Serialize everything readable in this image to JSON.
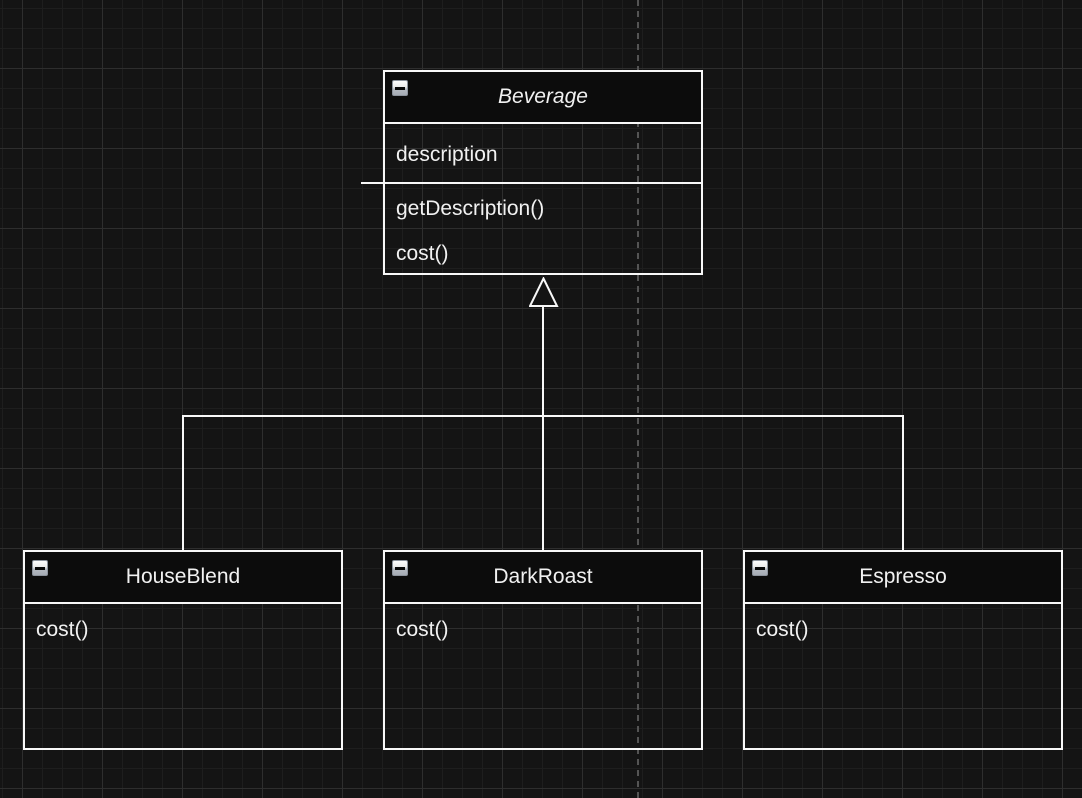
{
  "canvas": {
    "background_color": "#141414",
    "grid_minor_color": "#1e1e1e",
    "grid_major_color": "#2e2e2e",
    "page_break_color": "#545454",
    "stroke_color": "#f8f8f8",
    "text_color": "#f1f1f1",
    "title_fill_color": "#0c0c0c"
  },
  "icons": {
    "collapse": "collapse-minus-icon",
    "inheritance_arrow": "hollow-triangle-up"
  },
  "classes": [
    {
      "name": "Beverage",
      "abstract": true,
      "attributes": [
        "description"
      ],
      "methods": [
        "getDescription()",
        "cost()"
      ]
    },
    {
      "name": "HouseBlend",
      "abstract": false,
      "attributes": [],
      "methods": [
        "cost()"
      ]
    },
    {
      "name": "DarkRoast",
      "abstract": false,
      "attributes": [],
      "methods": [
        "cost()"
      ]
    },
    {
      "name": "Espresso",
      "abstract": false,
      "attributes": [],
      "methods": [
        "cost()"
      ]
    }
  ],
  "relations": [
    {
      "from": "HouseBlend",
      "to": "Beverage",
      "type": "generalization"
    },
    {
      "from": "DarkRoast",
      "to": "Beverage",
      "type": "generalization"
    },
    {
      "from": "Espresso",
      "to": "Beverage",
      "type": "generalization"
    }
  ]
}
